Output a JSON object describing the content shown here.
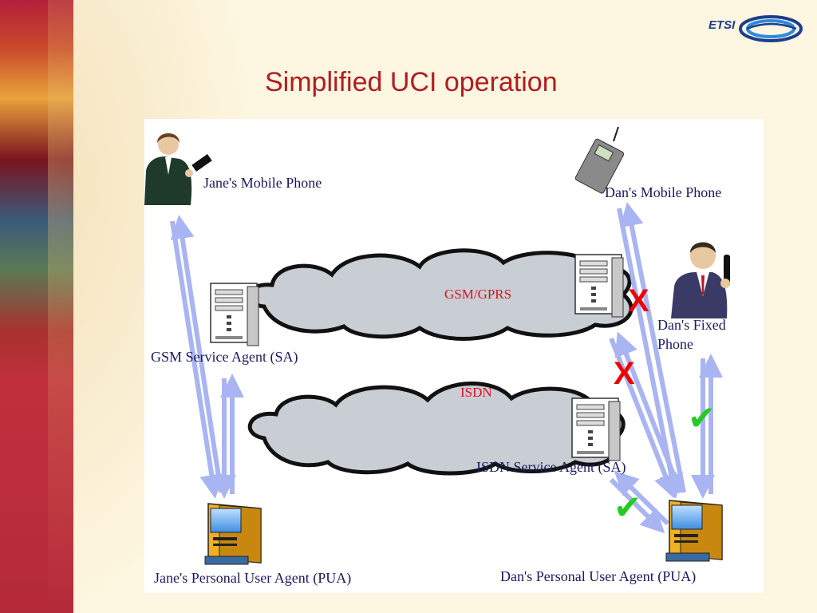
{
  "slide": {
    "title": "Simplified UCI operation",
    "logo_text": "ETSI"
  },
  "colors": {
    "title": "#b01c22",
    "label": "#1a1a5e",
    "cloud_label": "#d8141c",
    "arrow": "#a9b4f2",
    "cross": "#ee0000",
    "check": "#22cc22"
  },
  "diagram": {
    "nodes": {
      "jane_mobile": "Jane's Mobile Phone",
      "dan_mobile": "Dan's Mobile Phone",
      "dan_fixed_line1": "Dan's Fixed",
      "dan_fixed_line2": "Phone",
      "gsm_sa": "GSM Service Agent (SA)",
      "isdn_sa": "ISDN Service Agent (SA)",
      "jane_pua": "Jane's Personal User Agent (PUA)",
      "dan_pua": "Dan's Personal User Agent (PUA)"
    },
    "networks": {
      "gsm": "GSM/GPRS",
      "isdn": "ISDN"
    },
    "marks": {
      "cross": "X",
      "check": "✔"
    },
    "icons": [
      "woman-with-phone-icon",
      "mobile-phone-icon",
      "man-with-phone-icon",
      "server-icon",
      "computer-icon",
      "cloud-icon"
    ]
  }
}
